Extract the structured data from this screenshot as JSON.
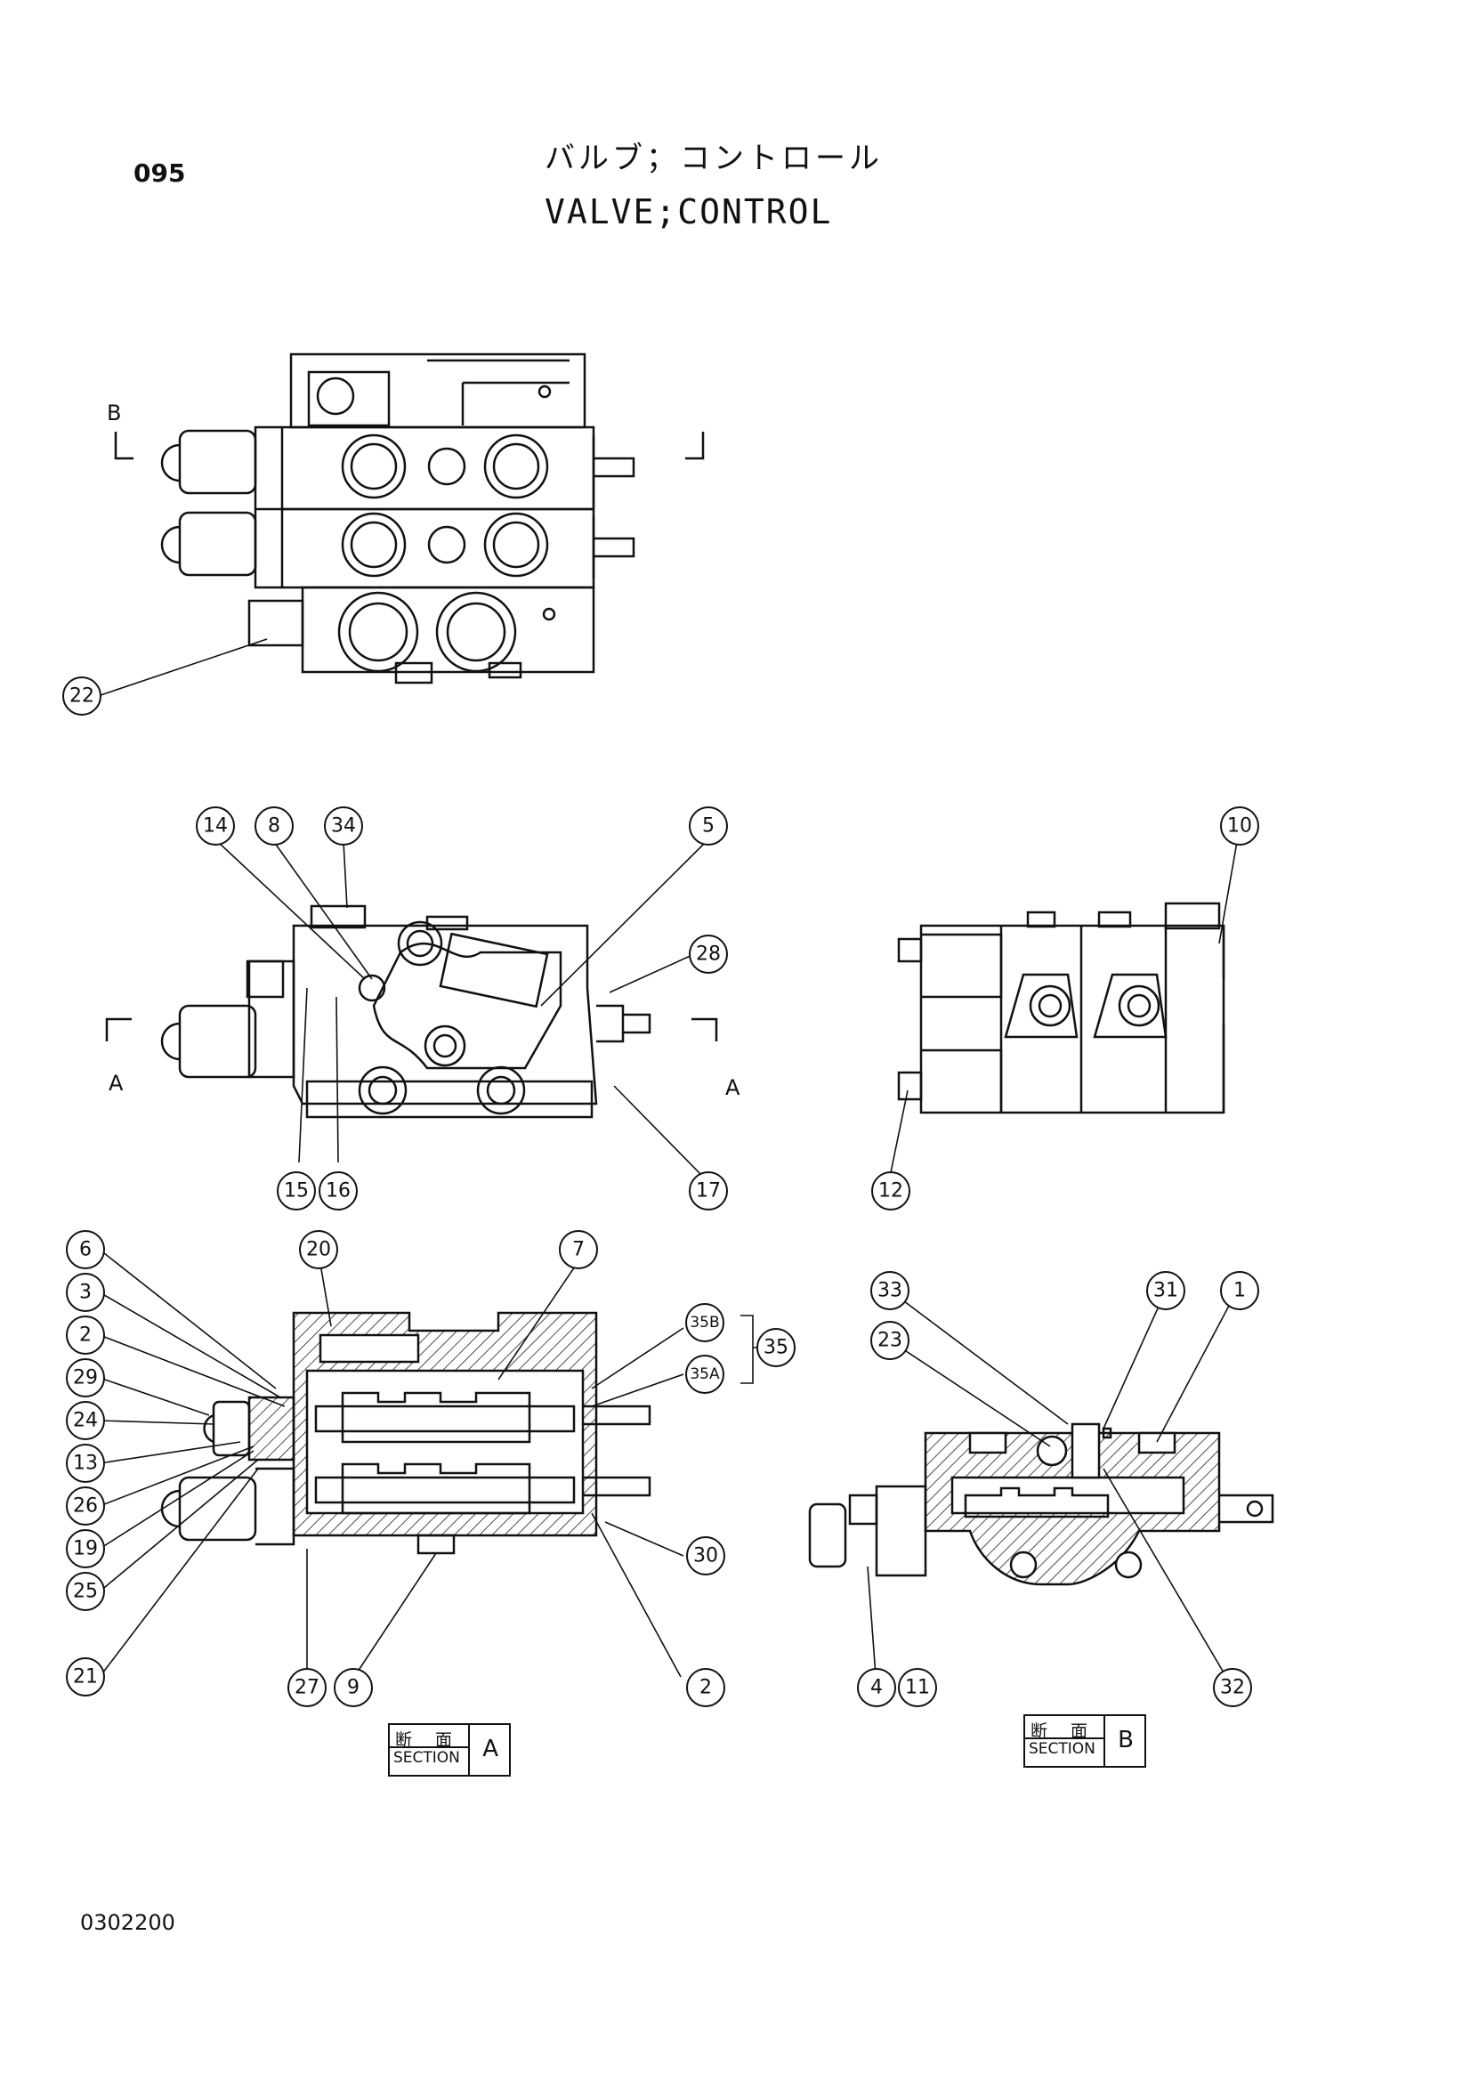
{
  "header": {
    "page_number": "095",
    "title_jp": "バルブ；コントロール",
    "title_en": "VALVE;CONTROL"
  },
  "footer": {
    "document_code": "0302200"
  },
  "sections": {
    "a": {
      "jp": "断 面",
      "en": "SECTION",
      "letter": "A"
    },
    "b": {
      "jp": "断 面",
      "en": "SECTION",
      "letter": "B"
    }
  },
  "cut_labels": {
    "b_top_left": "B",
    "a_left": "A",
    "a_right": "A"
  },
  "callouts": [
    "1",
    "2",
    "3",
    "4",
    "5",
    "6",
    "7",
    "8",
    "9",
    "10",
    "11",
    "12",
    "13",
    "14",
    "15",
    "16",
    "17",
    "19",
    "20",
    "21",
    "22",
    "23",
    "24",
    "25",
    "26",
    "27",
    "28",
    "29",
    "30",
    "31",
    "32",
    "33",
    "34",
    "35",
    "35A",
    "35B"
  ]
}
